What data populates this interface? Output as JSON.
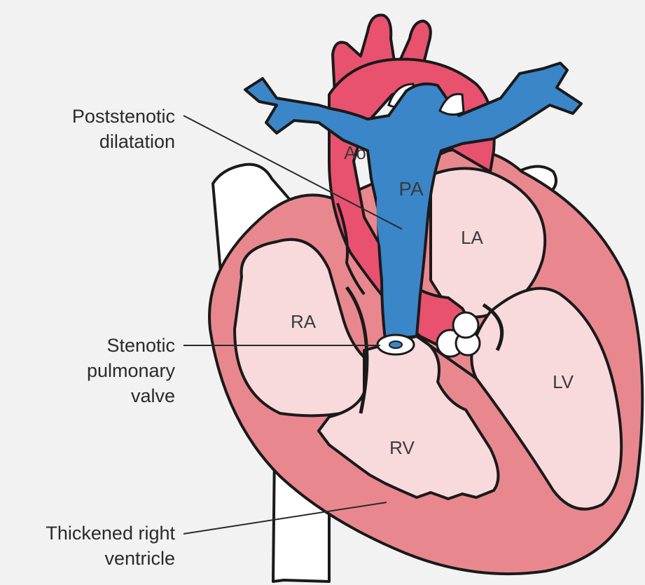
{
  "colors": {
    "background": "#f2f2f2",
    "heart_wall": "#e9878f",
    "chamber": "#f8dadc",
    "aorta": "#e8526f",
    "pulmonary_artery": "#3a86c8",
    "outline": "#1a1a1a",
    "vessel_white": "#ffffff"
  },
  "labels": {
    "poststenotic": [
      "Poststenotic",
      "dilatation"
    ],
    "stenotic_valve": [
      "Stenotic",
      "pulmonary",
      "valve"
    ],
    "thickened_rv": [
      "Thickened right",
      "ventricle"
    ]
  },
  "structures": {
    "ao": "Ao",
    "pa": "PA",
    "la": "LA",
    "ra": "RA",
    "lv": "LV",
    "rv": "RV"
  }
}
